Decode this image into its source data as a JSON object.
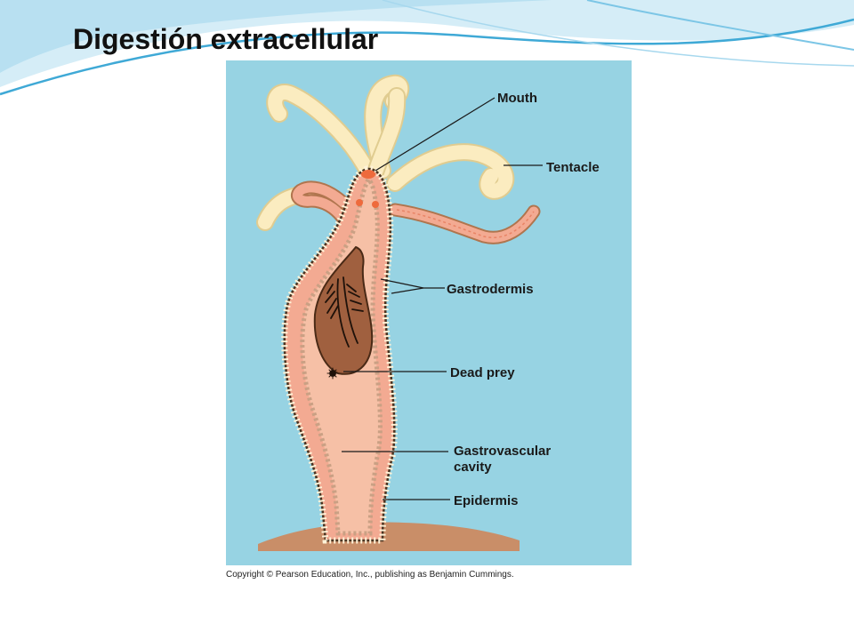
{
  "slide": {
    "title": "Digestión extracellular"
  },
  "figure": {
    "labels": {
      "mouth": "Mouth",
      "tentacle": "Tentacle",
      "gastrodermis": "Gastrodermis",
      "dead_prey": "Dead prey",
      "gastrovascular_line1": "Gastrovascular",
      "gastrovascular_line2": "cavity",
      "epidermis": "Epidermis"
    },
    "copyright": "Copyright © Pearson Education, Inc., publishing as Benjamin Cummings."
  },
  "colors": {
    "panel_background": "#97d3e3",
    "body_tissue": "#f3aa92",
    "inner_cavity": "#f6c0a6",
    "prey": "#a0603f",
    "tentacle": "#fbecc0",
    "substrate": "#c98e68",
    "slide_swoosh": "#3fa9d6"
  }
}
